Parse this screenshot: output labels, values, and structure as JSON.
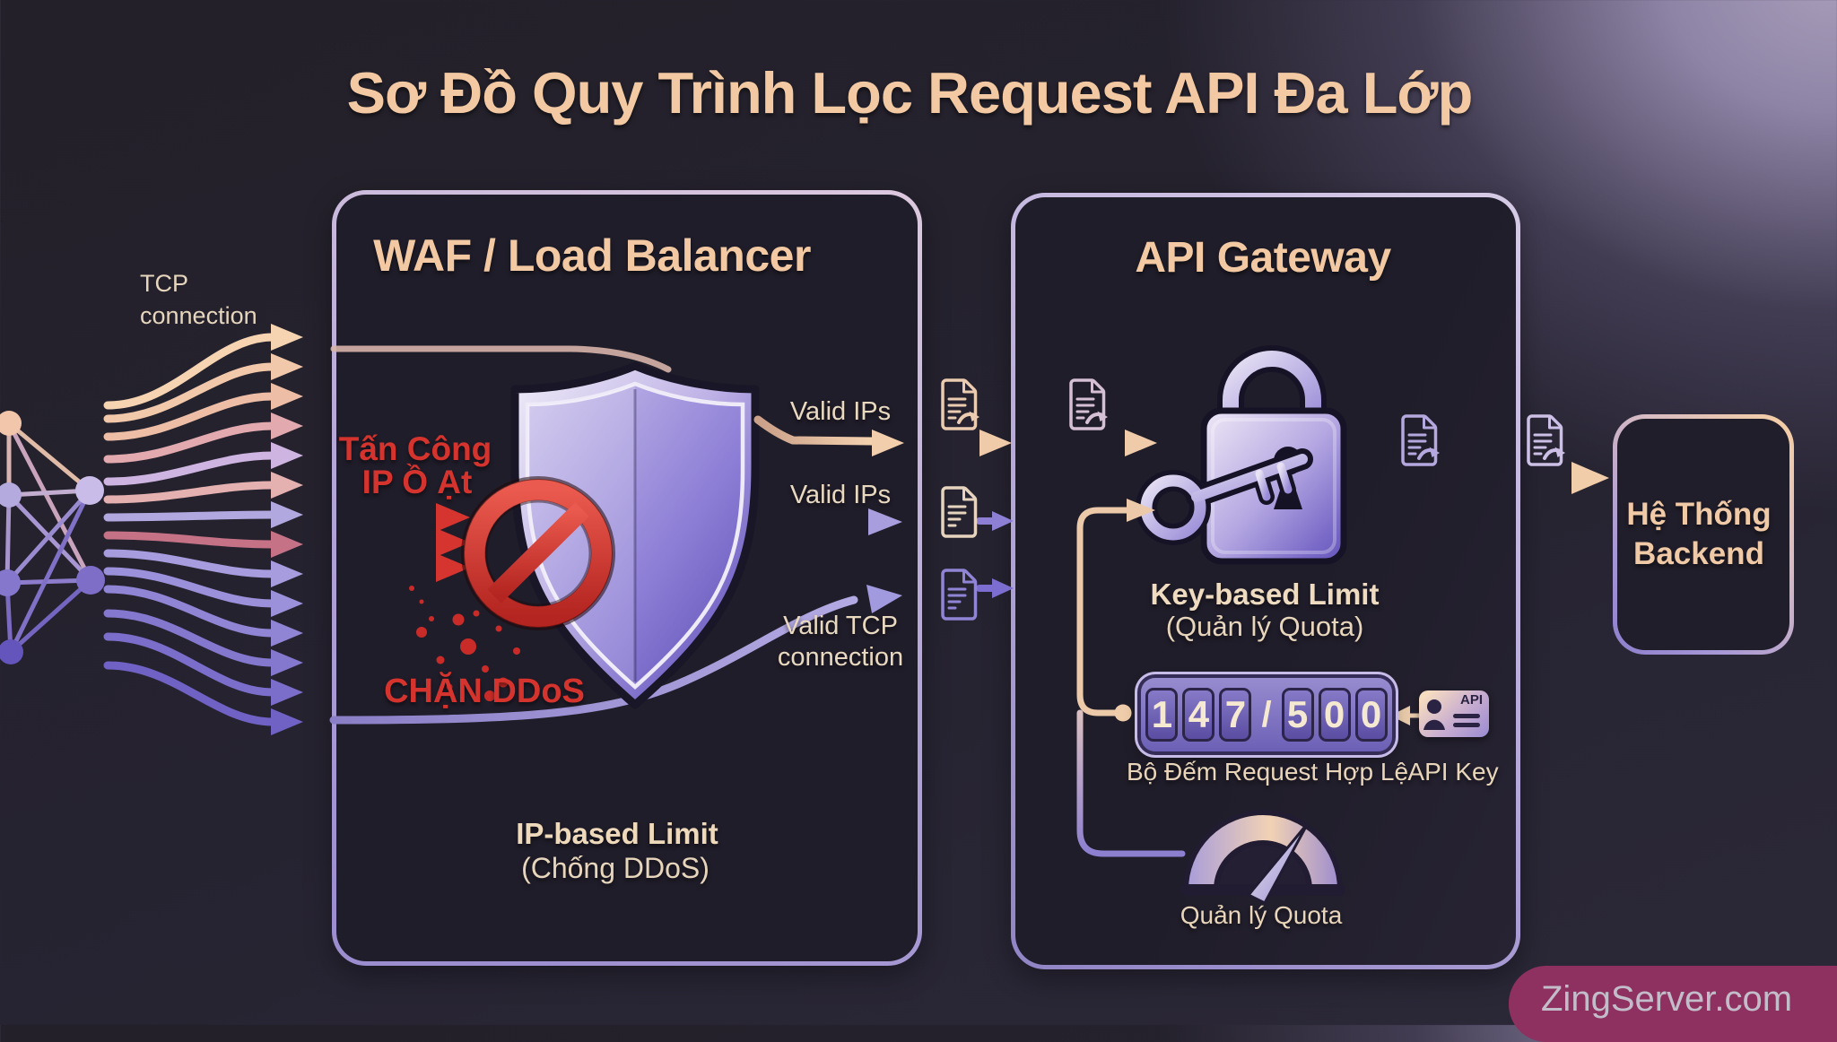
{
  "title": "Sơ Đồ Quy Trình Lọc Request API Đa Lớp",
  "tcp_label": "TCP connection",
  "waf": {
    "title": "WAF / Load Balancer",
    "attack_line1": "Tấn Công",
    "attack_line2": "IP Ồ Ạt",
    "block_label": "CHẶN DDoS",
    "limit_title": "IP-based Limit",
    "limit_subtitle": "(Chống DDoS)"
  },
  "outputs": {
    "row1": "Valid IPs",
    "row2": "Valid IPs",
    "row3": "Valid TCP connection"
  },
  "gateway": {
    "title": "API Gateway",
    "limit_title": "Key-based Limit",
    "limit_subtitle": "(Quản lý Quota)",
    "counter": {
      "used": [
        "1",
        "4",
        "7"
      ],
      "separator": "/",
      "total": [
        "5",
        "0",
        "0"
      ]
    },
    "counter_label": "Bộ Đếm Request Hợp Lệ",
    "api_key_label": "API Key",
    "api_card_text": "API",
    "gauge_label": "Quản lý Quota"
  },
  "backend": {
    "line1": "Hệ Thống",
    "line2": "Backend"
  },
  "watermark": "ZingServer.com",
  "colors": {
    "background": "#262330",
    "corner_glow": "#9b91b4",
    "heading_peach": "#f2c9a2",
    "body_cream": "#e9d9c0",
    "alert_red": "#d5342e",
    "shield_purple": "#8b7dd0",
    "box_border_lavender": "#c9bce4",
    "watermark_magenta": "#8e3060"
  }
}
